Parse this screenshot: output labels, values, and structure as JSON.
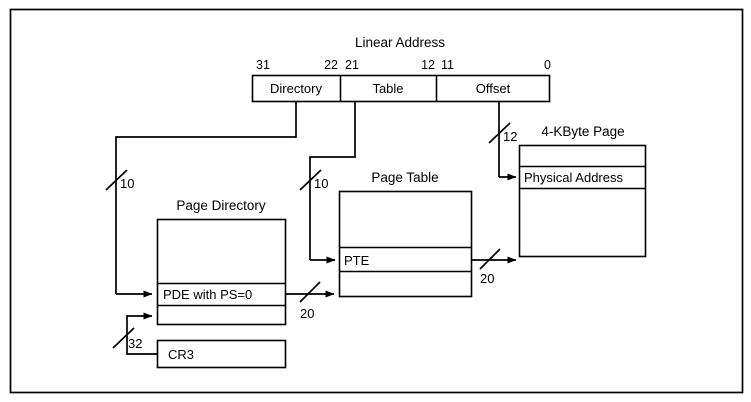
{
  "figure": {
    "title_text": "Linear Address",
    "page_table_title": "Page Table",
    "page_directory_title": "Page Directory",
    "page_frame_title": "4-KByte Page"
  },
  "linear_address": {
    "label": "Linear Address",
    "bit_markers": [
      {
        "name": "bit-31",
        "text": "31"
      },
      {
        "name": "bit-22",
        "text": "22"
      },
      {
        "name": "bit-21",
        "text": "21"
      },
      {
        "name": "bit-12",
        "text": "12"
      },
      {
        "name": "bit-11",
        "text": "11"
      },
      {
        "name": "bit-0",
        "text": "0"
      }
    ],
    "fields": [
      {
        "name": "directory-field",
        "label": "Directory"
      },
      {
        "name": "table-field",
        "label": "Table"
      },
      {
        "name": "offset-field",
        "label": "Offset"
      }
    ]
  },
  "structures": {
    "page_directory": {
      "title": "Page Directory",
      "entry_label": "PDE with PS=0"
    },
    "page_table": {
      "title": "Page Table",
      "entry_label": "PTE"
    },
    "page_frame": {
      "title": "4-KByte Page",
      "entry_label": "Physical Address"
    },
    "cr3": {
      "label": "CR3"
    }
  },
  "bus_widths": [
    {
      "name": "width-directory-10",
      "text": "10"
    },
    {
      "name": "width-table-10",
      "text": "10"
    },
    {
      "name": "width-offset-12",
      "text": "12"
    },
    {
      "name": "width-pde-20",
      "text": "20"
    },
    {
      "name": "width-pte-20",
      "text": "20"
    },
    {
      "name": "width-cr3-32",
      "text": "32"
    }
  ],
  "colors": {
    "stroke": "#000000",
    "background": "#ffffff",
    "cr3_arrow_tail": "#808080"
  }
}
